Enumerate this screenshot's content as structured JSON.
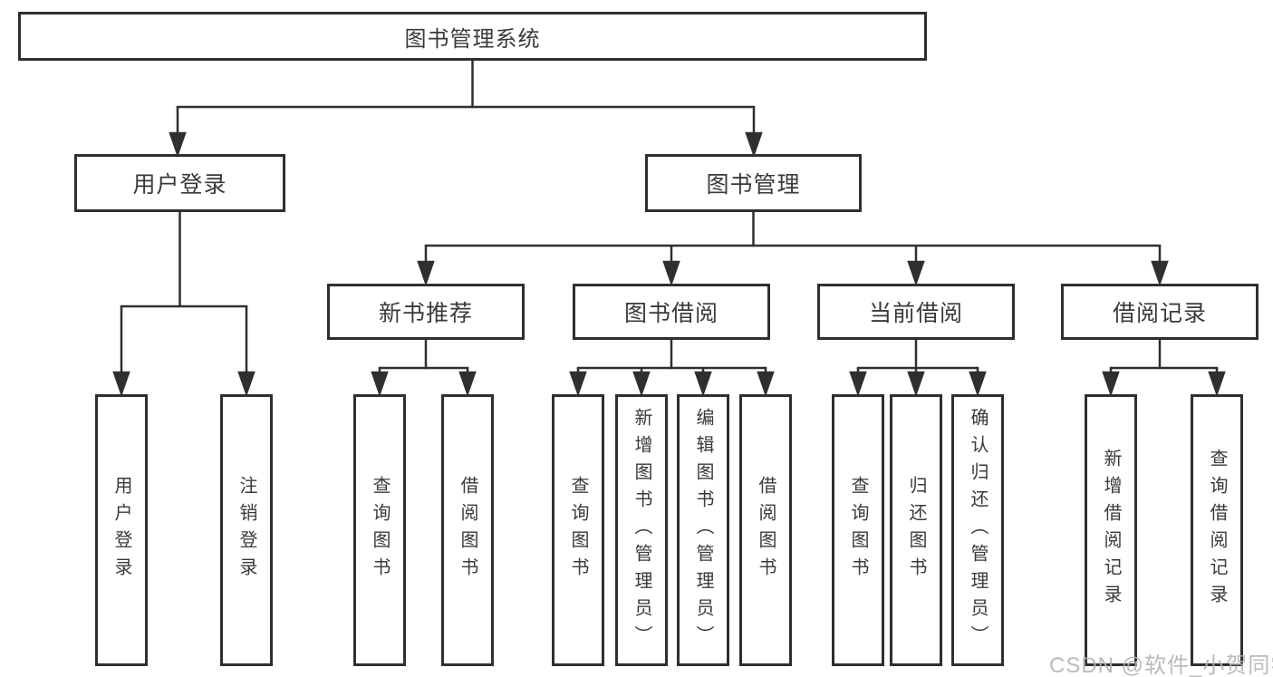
{
  "tree": {
    "root": {
      "label": "图书管理系统",
      "children": [
        {
          "label": "用户登录",
          "leaves": [
            "用户登录",
            "注销登录"
          ]
        },
        {
          "label": "图书管理",
          "children": [
            {
              "label": "新书推荐",
              "leaves": [
                "查询图书",
                "借阅图书"
              ]
            },
            {
              "label": "图书借阅",
              "leaves": [
                "查询图书",
                "新增图书（管理员）",
                "编辑图书（管理员）",
                "借阅图书"
              ]
            },
            {
              "label": "当前借阅",
              "leaves": [
                "查询图书",
                "归还图书",
                "确认归还（管理员）"
              ]
            },
            {
              "label": "借阅记录",
              "leaves": [
                "新增借阅记录",
                "查询借阅记录"
              ]
            }
          ]
        }
      ]
    }
  },
  "watermark": {
    "text": "CSDN @软件_小贺同学"
  },
  "colors": {
    "line": "#2f2f2f",
    "box_border": "#2f2f2f",
    "text": "#3a3a3a",
    "watermark": "#b3b3b3",
    "background": "#ffffff"
  }
}
